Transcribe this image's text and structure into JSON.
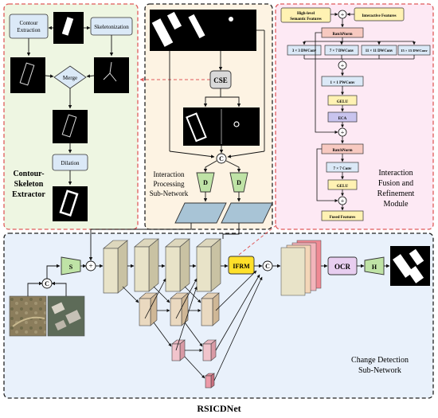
{
  "contour_panel": {
    "title_lines": [
      "Contour-",
      "Skeleton",
      "Extractor"
    ],
    "contour_extraction_lines": [
      "Contour",
      "Extraction"
    ],
    "skeletonization": "Skeletonization",
    "merge": "Merge",
    "dilation": "Dilation"
  },
  "interaction_panel": {
    "title_lines": [
      "Interaction",
      "Processing",
      "Sub-Network"
    ],
    "cse": "CSE",
    "concat": "C",
    "d_left": "D",
    "d_right": "D"
  },
  "fusion_panel": {
    "title_lines": [
      "Interaction",
      "Fusion and",
      "Refinement",
      "Module"
    ],
    "high_level_lines": [
      "High-level",
      "Semantic Features"
    ],
    "interactive_features": "Interactive Features",
    "plus": "+",
    "batchnorm_top": "BatchNorm",
    "conv3": "3 × 3 DWConv",
    "conv7": "7 × 7 DWConv",
    "conv11": "11 × 11 DWConv",
    "conv15": "15 × 15 DWConv",
    "pwconv": "1 × 1 PWConv",
    "gelu_top": "GELU",
    "eca": "ECA",
    "batchnorm_bottom": "BatchNorm",
    "conv7_single": "7 × 7 Conv",
    "gelu_bottom": "GELU",
    "fused_features": "Fused Features"
  },
  "change_panel": {
    "title_lines": [
      "Change Detection",
      "Sub-Network"
    ],
    "s": "S",
    "c": "C",
    "plus": "+",
    "ifrm": "IFRM",
    "c2": "C",
    "ocr": "OCR",
    "h": "H"
  },
  "bottom_label": "RSICDNet",
  "colors": {
    "red_dash": "#e05a5a",
    "green_bg": "#eef6e2",
    "beige_bg": "#fdf3e3",
    "pink_bg": "#fde9f4",
    "blue_bg": "#e9f1fb",
    "box_blue": "#dbe9f7",
    "box_yellow": "#fff2b3",
    "ifrm_yellow": "#ffe02a",
    "ocr_purple": "#e8cef0",
    "dgreen": "#bfe3a6",
    "plate_blue": "#a8c4d6"
  }
}
